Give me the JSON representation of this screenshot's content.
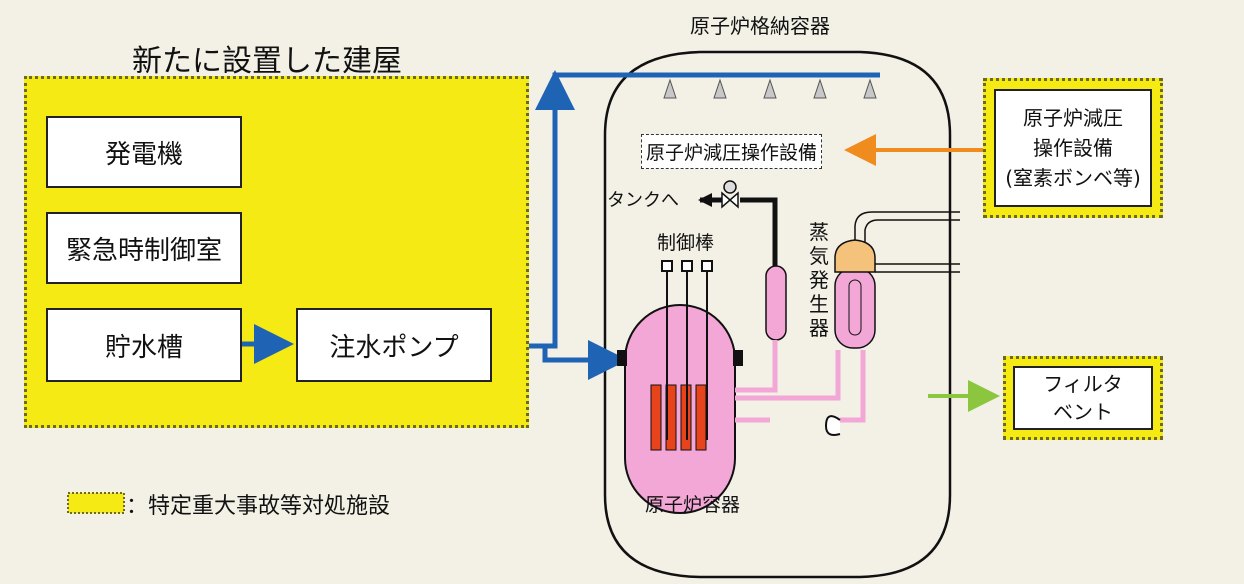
{
  "colors": {
    "facility_fill": "#f5ea14",
    "water_line": "#1f63b5",
    "nitrogen_line": "#f08c1e",
    "vent_line": "#8cc63f",
    "reactor_fill": "#f2a7d7",
    "fuel": "#e8441c",
    "steam_top": "#f4c27a"
  },
  "building": {
    "title": "新たに設置した建屋",
    "generator": "発電機",
    "control_room": "緊急時制御室",
    "water_tank": "貯水槽",
    "pump": "注水ポンプ"
  },
  "containment": {
    "title": "原子炉格納容器",
    "depressurization_internal": "原子炉減圧操作設備",
    "to_tank": "タンクへ",
    "control_rods": "制御棒",
    "steam_generator": "蒸気発生器",
    "reactor_vessel": "原子炉容器"
  },
  "depressurization_external": {
    "line1": "原子炉減圧",
    "line2": "操作設備",
    "line3": "(窒素ボンベ等)"
  },
  "filter_vent": {
    "line1": "フィルタ",
    "line2": "ベント"
  },
  "legend": {
    "label": "：特定重大事故等対処施設"
  }
}
